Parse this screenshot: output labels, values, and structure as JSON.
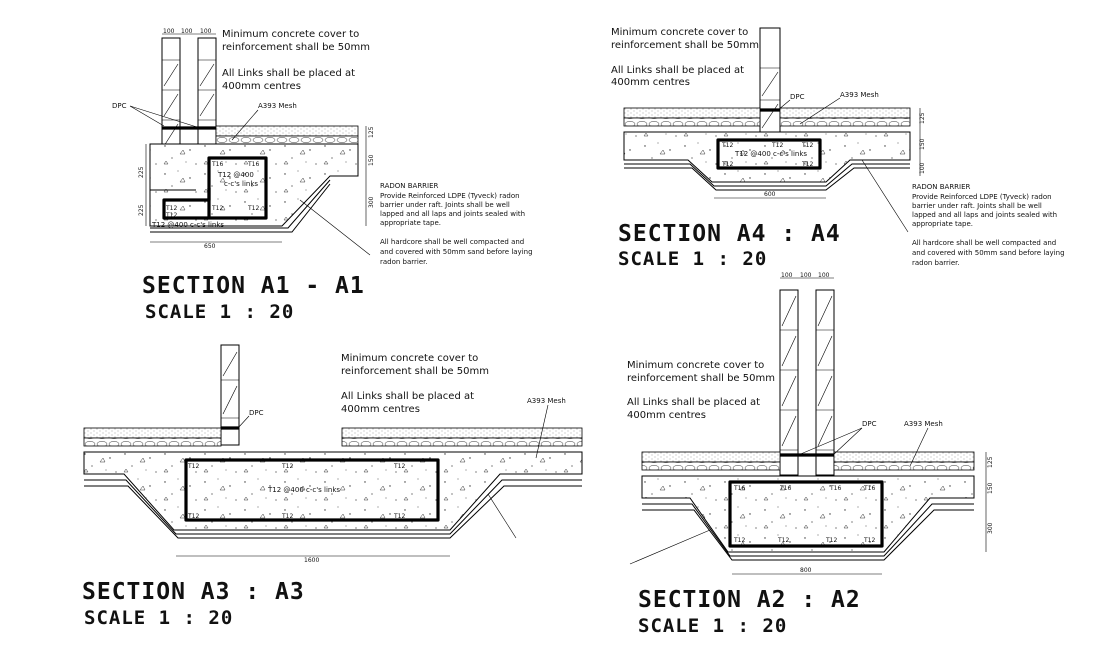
{
  "sections": [
    {
      "id": "A1",
      "title": "SECTION A1 - A1",
      "scale": "SCALE 1 : 20",
      "notes": {
        "cover_line1": "Minimum concrete cover to",
        "cover_line2": "reinforcement shall be 50mm",
        "links_line1": "All Links shall be placed at",
        "links_line2": "400mm centres",
        "radon_title": "RADON BARRIER",
        "radon_line1": "Provide Reinforced LDPE (Tyveck) radon",
        "radon_line2": "barrier under raft. Joints shall be well",
        "radon_line3": "lapped and all laps and joints sealed with",
        "radon_line4": "appropriate tape.",
        "hardcore_line1": "All hardcore shall be well compacted and",
        "hardcore_line2": "and covered with 50mm sand before laying",
        "hardcore_line3": "radon barrier."
      },
      "labels": {
        "dpc": "DPC",
        "mesh": "A393 Mesh",
        "t16": "T16",
        "t12": "T12",
        "links_a": "T12 @400",
        "links_b": "c-c's links",
        "links_c": "T12 @400 c-c's links"
      },
      "dims": {
        "top1": "100",
        "top2": "100",
        "top3": "100",
        "left_225a": "225",
        "left_225b": "225",
        "right_125": "125",
        "right_150": "150",
        "right_300": "300",
        "bottom": "650"
      }
    },
    {
      "id": "A4",
      "title": "SECTION A4 : A4",
      "scale": "SCALE 1 : 20",
      "notes": {
        "cover_line1": "Minimum concrete cover to",
        "cover_line2": "reinforcement shall be 50mm",
        "links_line1": "All Links shall be placed at",
        "links_line2": "400mm centres",
        "radon_title": "RADON BARRIER",
        "radon_line1": "Provide Reinforced LDPE (Tyveck) radon",
        "radon_line2": "barrier under raft. Joints shall be well",
        "radon_line3": "lapped and all laps and joints sealed with",
        "radon_line4": "appropriate tape.",
        "hardcore_line1": "All hardcore shall be well compacted and",
        "hardcore_line2": "and covered with 50mm sand before laying",
        "hardcore_line3": "radon barrier."
      },
      "labels": {
        "dpc": "DPC",
        "mesh": "A393 Mesh",
        "t12": "T12",
        "links": "T12 @400 c-c's links"
      },
      "dims": {
        "right_125": "125",
        "right_150": "150",
        "right_100": "100",
        "bottom": "600"
      }
    },
    {
      "id": "A3",
      "title": "SECTION A3 : A3",
      "scale": "SCALE 1 : 20",
      "notes": {
        "cover_line1": "Minimum concrete cover to",
        "cover_line2": "reinforcement shall be 50mm",
        "links_line1": "All Links shall be placed at",
        "links_line2": "400mm centres"
      },
      "labels": {
        "dpc": "DPC",
        "mesh": "A393 Mesh",
        "t12": "T12",
        "links": "T12 @400 c-c's links"
      },
      "dims": {
        "bottom": "1600"
      }
    },
    {
      "id": "A2",
      "title": "SECTION A2 : A2",
      "scale": "SCALE 1 : 20",
      "notes": {
        "cover_line1": "Minimum concrete cover to",
        "cover_line2": "reinforcement shall be 50mm",
        "links_line1": "All Links shall be placed at",
        "links_line2": "400mm centres"
      },
      "labels": {
        "dpc": "DPC",
        "mesh": "A393 Mesh",
        "t16": "T16",
        "t12": "T12"
      },
      "dims": {
        "top1": "100",
        "top2": "100",
        "top3": "100",
        "right_125": "125",
        "right_150": "150",
        "right_300": "300",
        "bottom": "800"
      }
    }
  ]
}
